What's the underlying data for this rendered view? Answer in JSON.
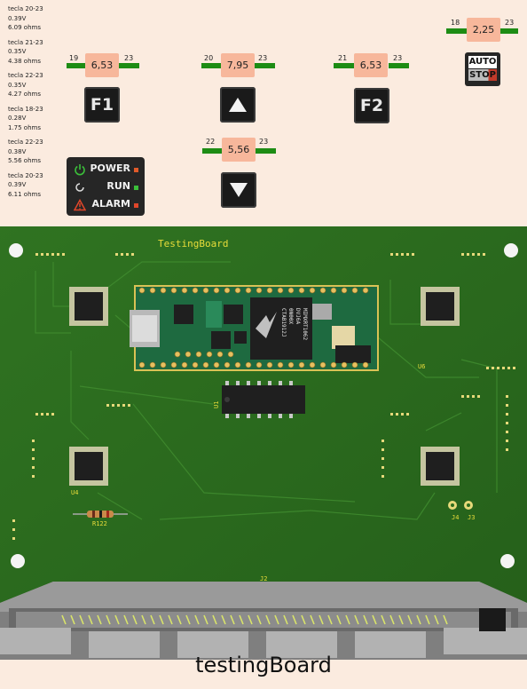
{
  "readings": [
    {
      "name": "tecla 20-23",
      "voltage": "0.39V",
      "resistance": "6.09 ohms"
    },
    {
      "name": "tecla 21-23",
      "voltage": "0.35V",
      "resistance": "4.38 ohms"
    },
    {
      "name": "tecla 22-23",
      "voltage": "0.35V",
      "resistance": "4.27 ohms"
    },
    {
      "name": "tecla 18-23",
      "voltage": "0.28V",
      "resistance": "1.75 ohms"
    },
    {
      "name": "tecla 22-23",
      "voltage": "0.38V",
      "resistance": "5.56 ohms"
    },
    {
      "name": "tecla 20-23",
      "voltage": "0.39V",
      "resistance": "6.11 ohms"
    }
  ],
  "keys": {
    "f1": {
      "value": "6,53",
      "pin_left": "19",
      "pin_right": "23",
      "label": "F1",
      "icon": "f1-key"
    },
    "up": {
      "value": "7,95",
      "pin_left": "20",
      "pin_right": "23",
      "icon": "up-arrow-icon"
    },
    "f2": {
      "value": "6,53",
      "pin_left": "21",
      "pin_right": "23",
      "label": "F2",
      "icon": "f2-key"
    },
    "down": {
      "value": "5,56",
      "pin_left": "22",
      "pin_right": "23",
      "icon": "down-arrow-icon"
    },
    "autostop": {
      "value": "2,25",
      "pin_left": "18",
      "pin_right": "23",
      "label_top": "AUTO",
      "label_bottom": "STOP"
    }
  },
  "status": {
    "power": {
      "label": "POWER",
      "led_color": "#e05a2a",
      "icon": "power-icon",
      "icon_color": "#3bbf3a"
    },
    "run": {
      "label": "RUN",
      "led_color": "#3bbf3a",
      "icon": "refresh-icon",
      "icon_color": "#dddddd"
    },
    "alarm": {
      "label": "ALARM",
      "led_color": "#e0462a",
      "icon": "warning-icon",
      "icon_color": "#e0462a"
    }
  },
  "board": {
    "silk_title": "TestingBoard",
    "labels": {
      "u4": "U4",
      "u6": "U6",
      "u1": "U1",
      "r1": "R122",
      "j2": "J2",
      "j4": "J4",
      "j3": "J3"
    },
    "mcu_text": [
      "MIMXRT1062",
      "DVJ6A",
      "0N00X",
      "CTAB1912J"
    ],
    "colors": {
      "pcb": "#2a6a1d",
      "pad": "#e6d97a",
      "silk": "#e8dc3a",
      "chip": "#1f1f1f"
    }
  },
  "caption": "testingBoard"
}
